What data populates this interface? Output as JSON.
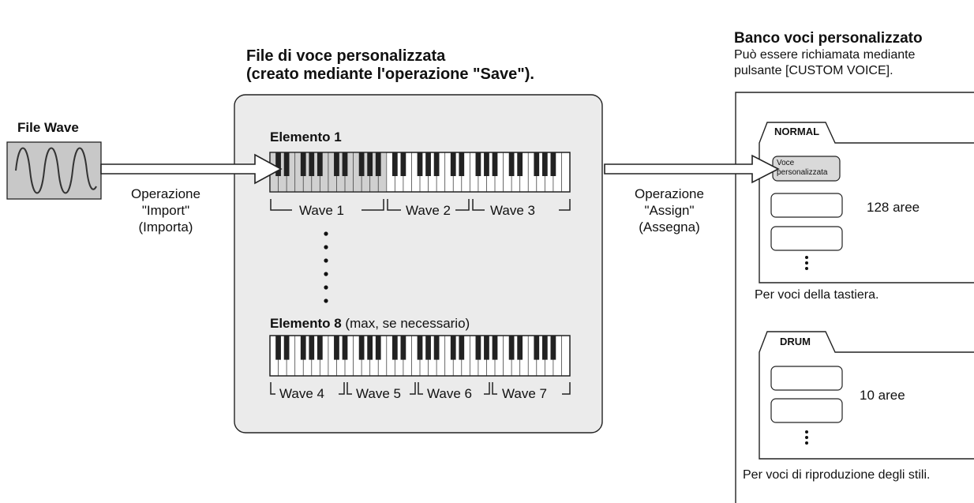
{
  "bank": {
    "title": "Banco voci personalizzato",
    "desc_line1": "Può essere richiamata mediante",
    "desc_line2": "pulsante [CUSTOM VOICE]."
  },
  "file": {
    "title_line1": "File di voce personalizzata",
    "title_line2": "(creato mediante l'operazione \"Save\")."
  },
  "wave_file": {
    "label": "File Wave"
  },
  "import_op": {
    "line1": "Operazione",
    "line2": "\"Import\"",
    "line3": "(Importa)"
  },
  "assign_op": {
    "line1": "Operazione",
    "line2": "\"Assign\"",
    "line3": "(Assegna)"
  },
  "element1": {
    "label": "Elemento 1",
    "waves": [
      "Wave 1",
      "Wave 2",
      "Wave 3"
    ]
  },
  "element8": {
    "label_bold": "Elemento 8",
    "label_rest": " (max, se necessario)",
    "waves": [
      "Wave 4",
      "Wave 5",
      "Wave 6",
      "Wave 7"
    ]
  },
  "normal_tab": {
    "label": "NORMAL",
    "slot_line1": "Voce",
    "slot_line2": "personalizzata",
    "count": "128 aree",
    "caption": "Per voci della tastiera."
  },
  "drum_tab": {
    "label": "DRUM",
    "count": "10 aree",
    "caption": "Per voci di riproduzione degli stili."
  }
}
